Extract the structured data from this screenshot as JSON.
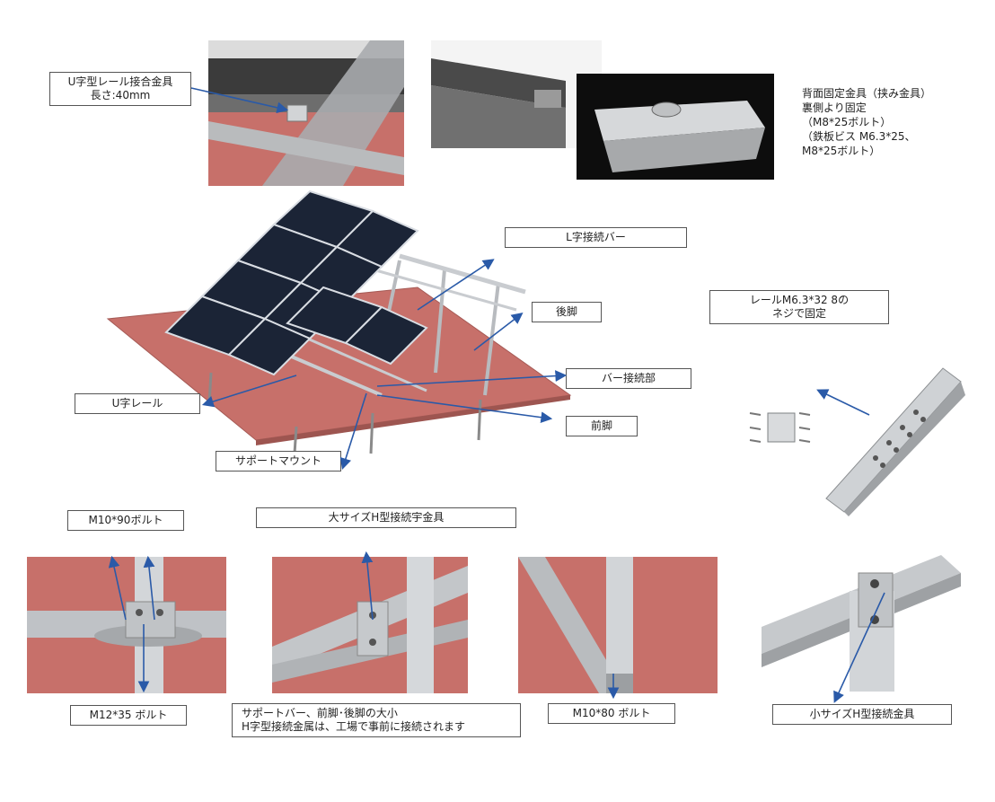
{
  "labels": {
    "u_joint": "U字型レール接合金具\n長さ:40mm",
    "back_clamp": "背面固定金具（挟み金具）\n裏側より固定\n（M8*25ボルト）\n（鉄板ビス M6.3*25、\nM8*25ボルト）",
    "l_bar": "L字接続バー",
    "rear_leg": "後脚",
    "rail_screw": "レールM6.3*32 8の\nネジで固定",
    "bar_joint": "バー接続部",
    "front_leg": "前脚",
    "u_rail": "U字レール",
    "support_mount": "サポートマウント",
    "m10_90": "M10*90ボルト",
    "large_h": "大サイズH型接続宇金具",
    "m12_35": "M12*35 ボルト",
    "support_note": "サポートバー、前脚･後脚の大小\nH字型接続金属は、工場で事前に接続されます",
    "m10_80": "M10*80 ボルト",
    "small_h": "小サイズH型接続金具"
  },
  "colors": {
    "arrow": "#2a5aa8",
    "ground": "#c7706a",
    "panel": "#1b2436",
    "metal": "#c9ccd0"
  }
}
